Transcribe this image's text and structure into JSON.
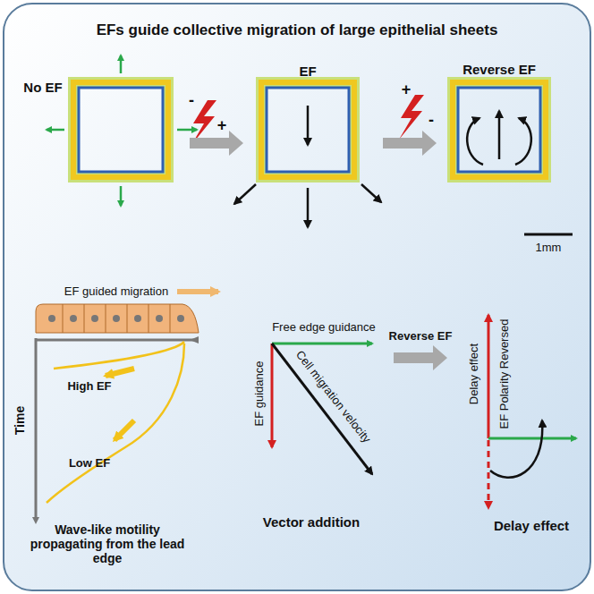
{
  "diagram": {
    "title": "EFs guide collective migration of large epithelial sheets",
    "labels": [
      "No EF",
      "-",
      "+",
      "EF",
      "+",
      "-",
      "Reverse EF",
      "1mm",
      "EF guided migration",
      "Time",
      "High EF",
      "Low EF",
      "Wave-like motility propagating from the lead edge",
      "Free edge guidance",
      "EF guidance",
      "Cell migration velocity",
      "Reverse EF",
      "EF Polarity Reversed",
      "Delay effect",
      "Vector addition",
      "Delay effect"
    ]
  }
}
